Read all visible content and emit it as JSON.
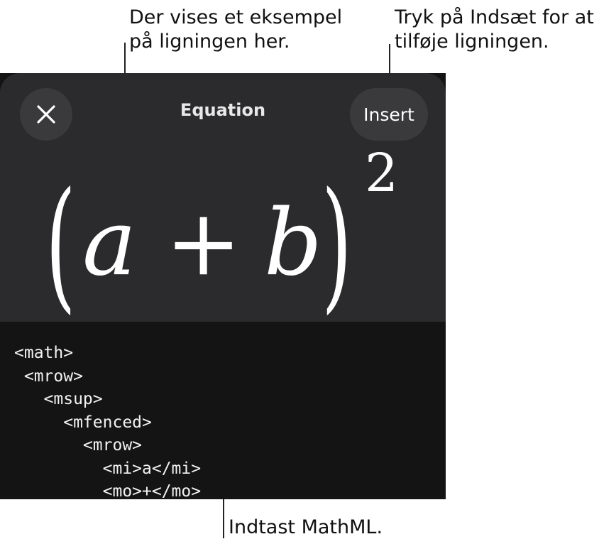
{
  "callouts": {
    "preview_line1": "Der vises et eksempel",
    "preview_line2": "på ligningen her.",
    "insert_line1": "Tryk på Indsæt for at",
    "insert_line2": "tilføje ligningen.",
    "mathml": "Indtast MathML."
  },
  "sheet": {
    "title": "Equation",
    "insert_label": "Insert",
    "close_icon": "close-icon"
  },
  "equation": {
    "open_paren": "(",
    "var_a": "a",
    "plus": "+",
    "var_b": "b",
    "close_paren": ")",
    "exponent": "2"
  },
  "code_lines": [
    "<math>",
    " <mrow>",
    "   <msup>",
    "     <mfenced>",
    "       <mrow>",
    "         <mi>a</mi>",
    "         <mo>+</mo>"
  ]
}
